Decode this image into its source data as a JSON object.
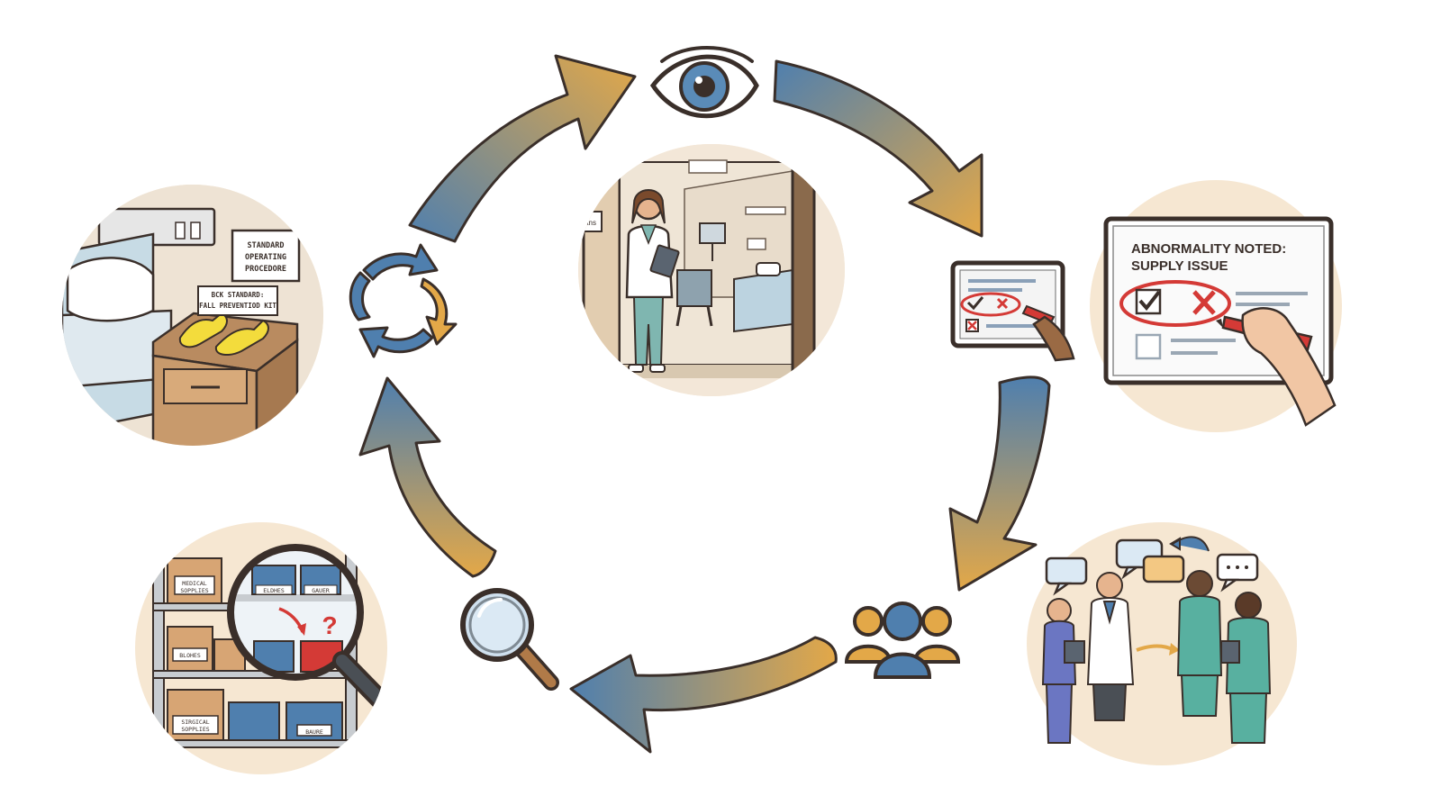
{
  "colors": {
    "blue": "#4f7fae",
    "orange": "#e3a848",
    "outline": "#3a2f2a",
    "bubble": "#f6e7d2",
    "red": "#d43a36",
    "teal": "#58b0a0",
    "scrub_purple": "#6b76c2"
  },
  "cycle_icons": [
    "eye-icon",
    "checklist-icon",
    "team-icon",
    "magnifier-icon",
    "refresh-cycle-icon"
  ],
  "observe_scene": {
    "door_sign": "Blans"
  },
  "note_board": {
    "line1": "ABNORMALITY NOTED:",
    "line2": "SUPPLY ISSUE"
  },
  "standardize_scene": {
    "sign1": [
      "STANDARD",
      "OPERATING",
      "PROCEDORE"
    ],
    "sign2": [
      "BCK STANDARD:",
      "FALL PREVENTIOD KIT"
    ]
  },
  "supply_scene": {
    "labels": [
      "MEDICAL",
      "SOPPLIES",
      "ELDHES",
      "GAUER",
      "BLOHES",
      "SIRGICAL",
      "SOPPLIES",
      "BAURE"
    ]
  }
}
